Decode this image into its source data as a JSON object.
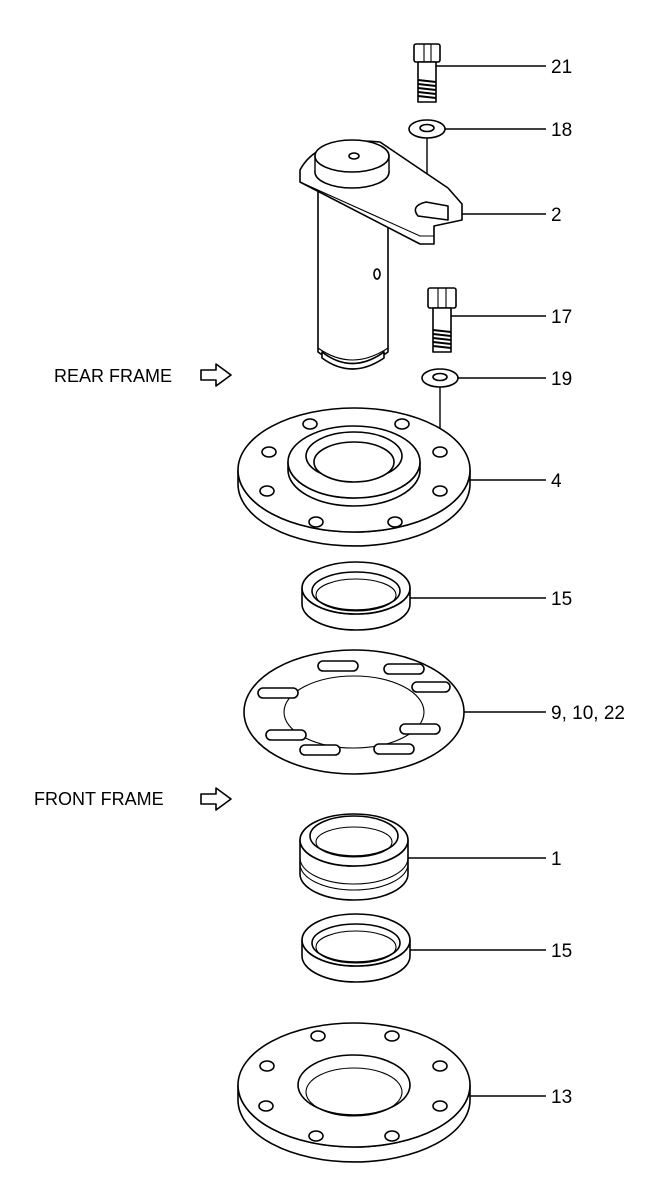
{
  "callouts": [
    {
      "id": "c21",
      "label": "21"
    },
    {
      "id": "c18",
      "label": "18"
    },
    {
      "id": "c2",
      "label": "2"
    },
    {
      "id": "c17",
      "label": "17"
    },
    {
      "id": "c19",
      "label": "19"
    },
    {
      "id": "c4",
      "label": "4"
    },
    {
      "id": "c15a",
      "label": "15"
    },
    {
      "id": "c9",
      "label": "9, 10, 22"
    },
    {
      "id": "c1",
      "label": "1"
    },
    {
      "id": "c15b",
      "label": "15"
    },
    {
      "id": "c13",
      "label": "13"
    }
  ],
  "frames": {
    "rear": "REAR FRAME",
    "front": "FRONT FRAME"
  },
  "icons": {
    "frame_arrow": "outline-right-arrow-icon"
  }
}
